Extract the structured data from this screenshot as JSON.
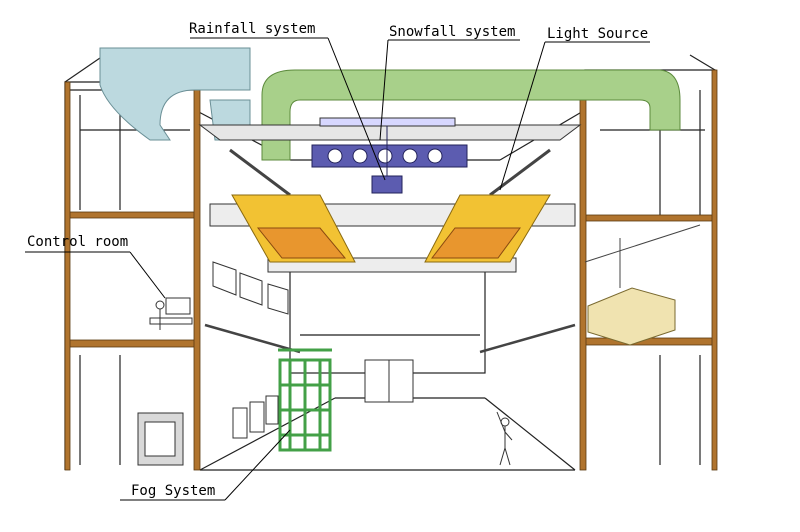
{
  "labels": {
    "rainfall": "Rainfall system",
    "snowfall": "Snowfall system",
    "light": "Light Source",
    "control": "Control room",
    "fog": "Fog System"
  },
  "colors": {
    "rain_duct": "#bcd9df",
    "snow_duct": "#a8d08a",
    "light_fixture": "#f2c233",
    "light_panel": "#e8962e",
    "fog_frame": "#43a047",
    "structure": "#b0742e",
    "snow_nozzle": "#5c5cb0",
    "platform": "#f0e3b0"
  }
}
